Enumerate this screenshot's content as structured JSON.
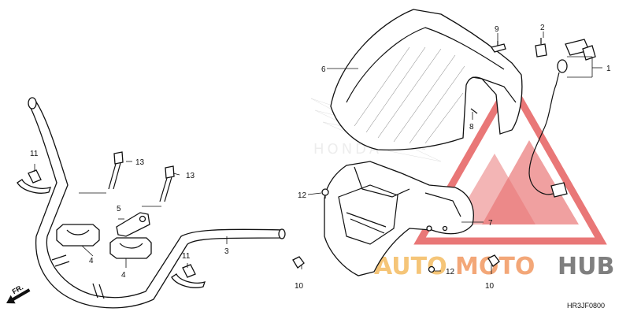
{
  "diagram": {
    "code": "HR3JF0800",
    "direction_label": "FR.",
    "callouts": {
      "p1": "1",
      "p2": "2",
      "p3": "3",
      "p4a": "4",
      "p4b": "4",
      "p5": "5",
      "p6": "6",
      "p7": "7",
      "p8": "8",
      "p9": "9",
      "p10a": "10",
      "p10b": "10",
      "p11a": "11",
      "p11b": "11",
      "p12a": "12",
      "p12b": "12",
      "p13a": "13",
      "p13b": "13"
    }
  },
  "watermark": {
    "text_auto": "AUTO",
    "text_moto": "MOTO",
    "text_hub": "HUB",
    "brand_faint": "HONDA",
    "colors": {
      "triangle": "#e24a4a",
      "auto": "#f2b24c",
      "moto": "#f08a4b",
      "hub": "#555555"
    }
  }
}
